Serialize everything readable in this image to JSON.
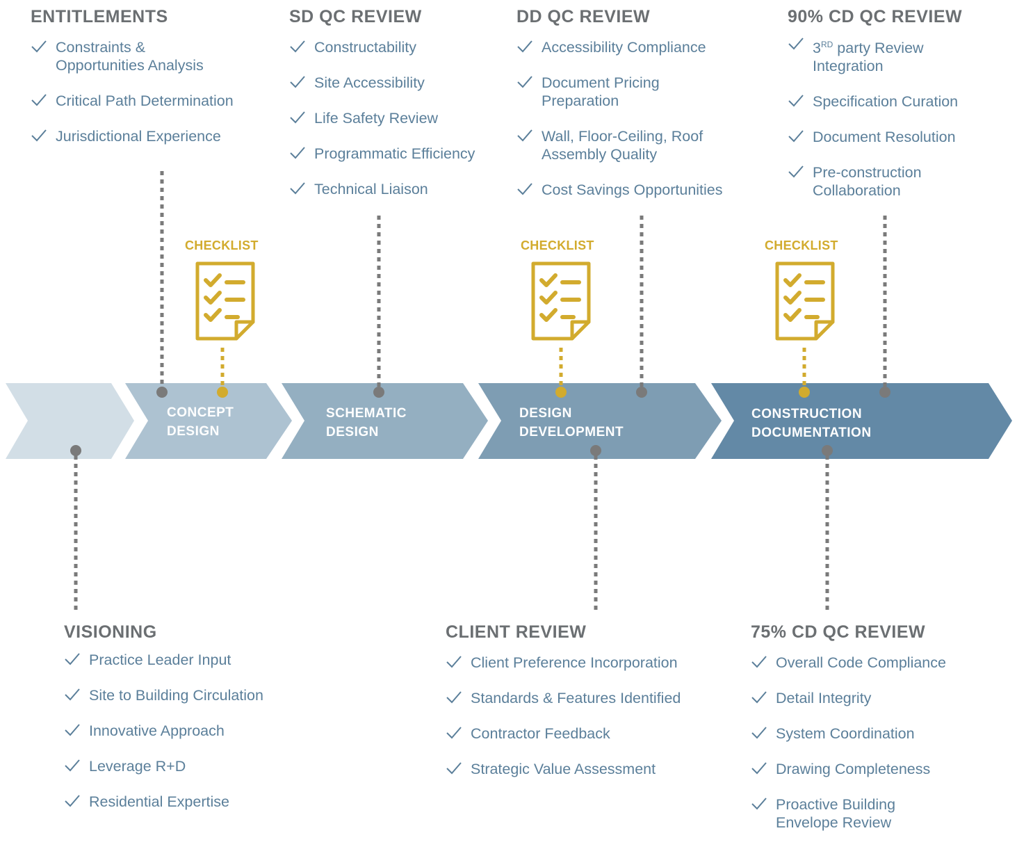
{
  "colors": {
    "heading": "#6b6f72",
    "item_text": "#5b7f9a",
    "check": "#5b7f9a",
    "gold": "#d2ab2e",
    "dot_gray": "#7a7a7a",
    "stage_fills": [
      "#d2dee6",
      "#adc2d1",
      "#94afc1",
      "#7e9db3",
      "#6389a6"
    ]
  },
  "stages": [
    {
      "label": ""
    },
    {
      "label": "CONCEPT\nDESIGN"
    },
    {
      "label": "SCHEMATIC\nDESIGN"
    },
    {
      "label": "DESIGN\nDEVELOPMENT"
    },
    {
      "label": "CONSTRUCTION\nDOCUMENTATION"
    }
  ],
  "checklists": [
    "CHECKLIST",
    "CHECKLIST",
    "CHECKLIST"
  ],
  "icon": "checklist-document-icon",
  "check_icon": "checkmark-icon",
  "top_sections": [
    {
      "title": "ENTITLEMENTS",
      "items": [
        "Constraints &\nOpportunities Analysis",
        "Critical Path Determination",
        "Jurisdictional Experience"
      ]
    },
    {
      "title": "SD QC REVIEW",
      "items": [
        "Constructability",
        "Site Accessibility",
        "Life Safety Review",
        "Programmatic Efficiency",
        "Technical Liaison"
      ]
    },
    {
      "title": "DD QC REVIEW",
      "items": [
        "Accessibility Compliance",
        "Document Pricing\nPreparation",
        "Wall, Floor-Ceiling, Roof\nAssembly Quality",
        "Cost Savings Opportunities"
      ]
    },
    {
      "title": "90% CD QC REVIEW",
      "items_sup": {
        "base": "3",
        "sup": "RD",
        "rest": " party Review\nIntegration"
      },
      "items": [
        "Specification Curation",
        "Document Resolution",
        "Pre-construction\nCollaboration"
      ]
    }
  ],
  "bottom_sections": [
    {
      "title": "VISIONING",
      "items": [
        "Practice Leader Input",
        "Site to Building Circulation",
        "Innovative Approach",
        "Leverage R+D",
        "Residential Expertise"
      ]
    },
    {
      "title": "CLIENT REVIEW",
      "items": [
        "Client Preference Incorporation",
        "Standards & Features Identified",
        "Contractor Feedback",
        "Strategic Value Assessment"
      ]
    },
    {
      "title": "75% CD QC REVIEW",
      "items": [
        "Overall Code Compliance",
        "Detail Integrity",
        "System Coordination",
        "Drawing Completeness",
        "Proactive Building\nEnvelope Review"
      ]
    }
  ]
}
